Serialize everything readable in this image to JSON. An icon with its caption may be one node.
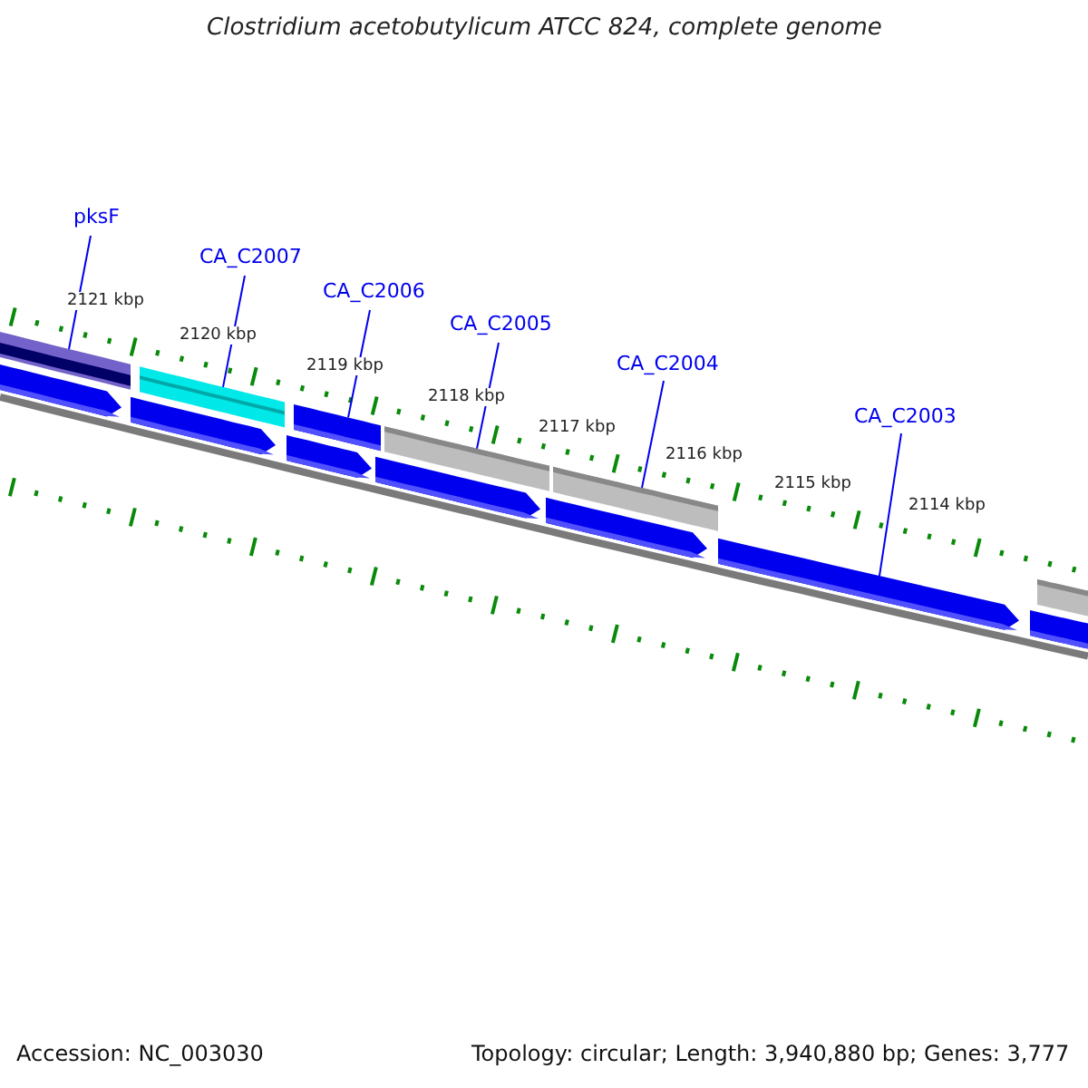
{
  "diagram": {
    "title": "Clostridium acetobutylicum ATCC 824, complete genome",
    "nodes": [
      {
        "text": [
          "pksF"
        ]
      },
      {
        "text": [
          "CA_C2007"
        ]
      },
      {
        "text": [
          "CA_C2006"
        ]
      },
      {
        "text": [
          "CA_C2005"
        ]
      },
      {
        "text": [
          "CA_C2004"
        ]
      },
      {
        "text": [
          "CA_C2003"
        ]
      },
      {
        "text": [],
        "shape": "bar"
      },
      {
        "text": [],
        "shape": "bar"
      },
      {
        "text": [],
        "shape": "bar"
      },
      {
        "text": [],
        "shape": "bar"
      },
      {
        "text": [],
        "shape": "bar"
      },
      {
        "text": [],
        "shape": "arrow"
      }
    ],
    "edges": [
      {
        "from": 0,
        "to": 6,
        "arrow": "none"
      },
      {
        "from": 1,
        "to": 7,
        "arrow": "none"
      },
      {
        "from": 2,
        "to": 8,
        "arrow": "none"
      },
      {
        "from": 3,
        "to": 9,
        "arrow": "none"
      },
      {
        "from": 4,
        "to": 10,
        "arrow": "none"
      },
      {
        "from": 5,
        "to": 11,
        "arrow": "none"
      }
    ],
    "labels": [
      "2121 kbp",
      "2120 kbp",
      "2119 kbp",
      "2118 kbp",
      "2117 kbp",
      "2116 kbp",
      "2115 kbp",
      "2114 kbp",
      "Accession: NC_003030",
      "Topology: circular; Length: 3,940,880 bp; Genes: 3,777"
    ]
  }
}
